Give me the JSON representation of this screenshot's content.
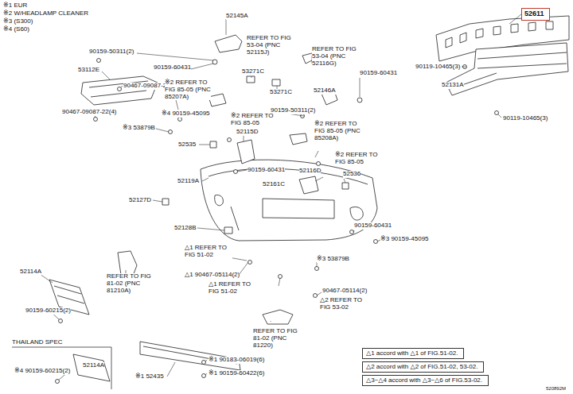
{
  "diagram": {
    "nodes": [
      {
        "text": [
          "52611"
        ]
      },
      {
        "text": [
          "△1 accord with △1 of FIG.51-02."
        ]
      },
      {
        "text": [
          "△2 accord with △2 of FIG.51-02, 53-02."
        ]
      },
      {
        "text": [
          "△3~△4 accord with △3~△6 of FIG.53-02."
        ]
      }
    ],
    "edges": [],
    "labels": [
      "※1 EUR",
      "※2 W/HEADLAMP CLEANER",
      "※3 (S300)",
      "※4 (S60)",
      "52145A",
      "90159-50311(2)",
      "90159-60431",
      "REFER TO FIG 53-04 (PNC 52115J)",
      "53112E",
      "90467-09087-22(4)",
      "53271C",
      "REFER TO FIG 53-04 (PNC 52116G)",
      "52146A",
      "90159-60431",
      "53271C",
      "90159-50311(2)",
      "90467-09087-22(4)",
      "※2 REFER TO FIG 85-05 (PNC 85207A)",
      "※4 90159-45095",
      "※3 53879B",
      "※2 REFER TO FIG 85-05",
      "52535",
      "52115D",
      "※2 REFER TO FIG 85-05 (PNC 85208A)",
      "※2 REFER TO FIG 85-05",
      "90159-60431",
      "52119A",
      "52161C",
      "52116D",
      "52536",
      "52127D",
      "90159-60431",
      "52128B",
      "△1 REFER TO FIG 51-02",
      "※3 90159-45095",
      "※3 53879B",
      "52114A",
      "REFER TO FIG 81-02 (PNC 81210A)",
      "△1 90467-05114(2)",
      "△1 REFER TO FIG 51-02",
      "90467-05114(2)",
      "△2 REFER TO FIG 53-02",
      "90159-60215(2)",
      "REFER TO FIG 81-02 (PNC 81220)",
      "THAILAND SPEC",
      "※4 90159-60215(2)",
      "52114A",
      "※1 90183-06019(6)",
      "※1 90159-60422(6)",
      "※1 52435",
      "90119-10465(3)",
      "52131A",
      "90119-10465(3)",
      "520892M"
    ]
  }
}
